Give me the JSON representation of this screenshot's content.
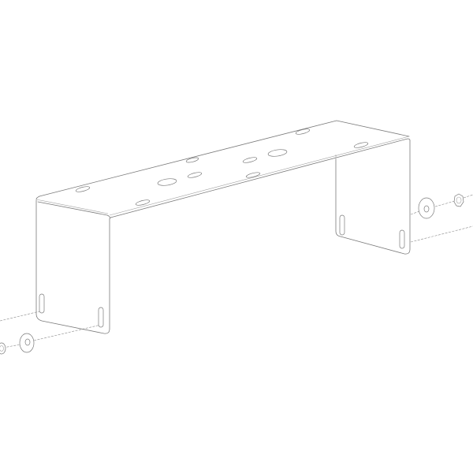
{
  "diagram": {
    "kind": "exploded-assembly-line-drawing",
    "parts": [
      "u-bracket",
      "washer",
      "nut"
    ],
    "colors": {
      "background": "#ffffff",
      "line": "#7a7a7a"
    }
  }
}
